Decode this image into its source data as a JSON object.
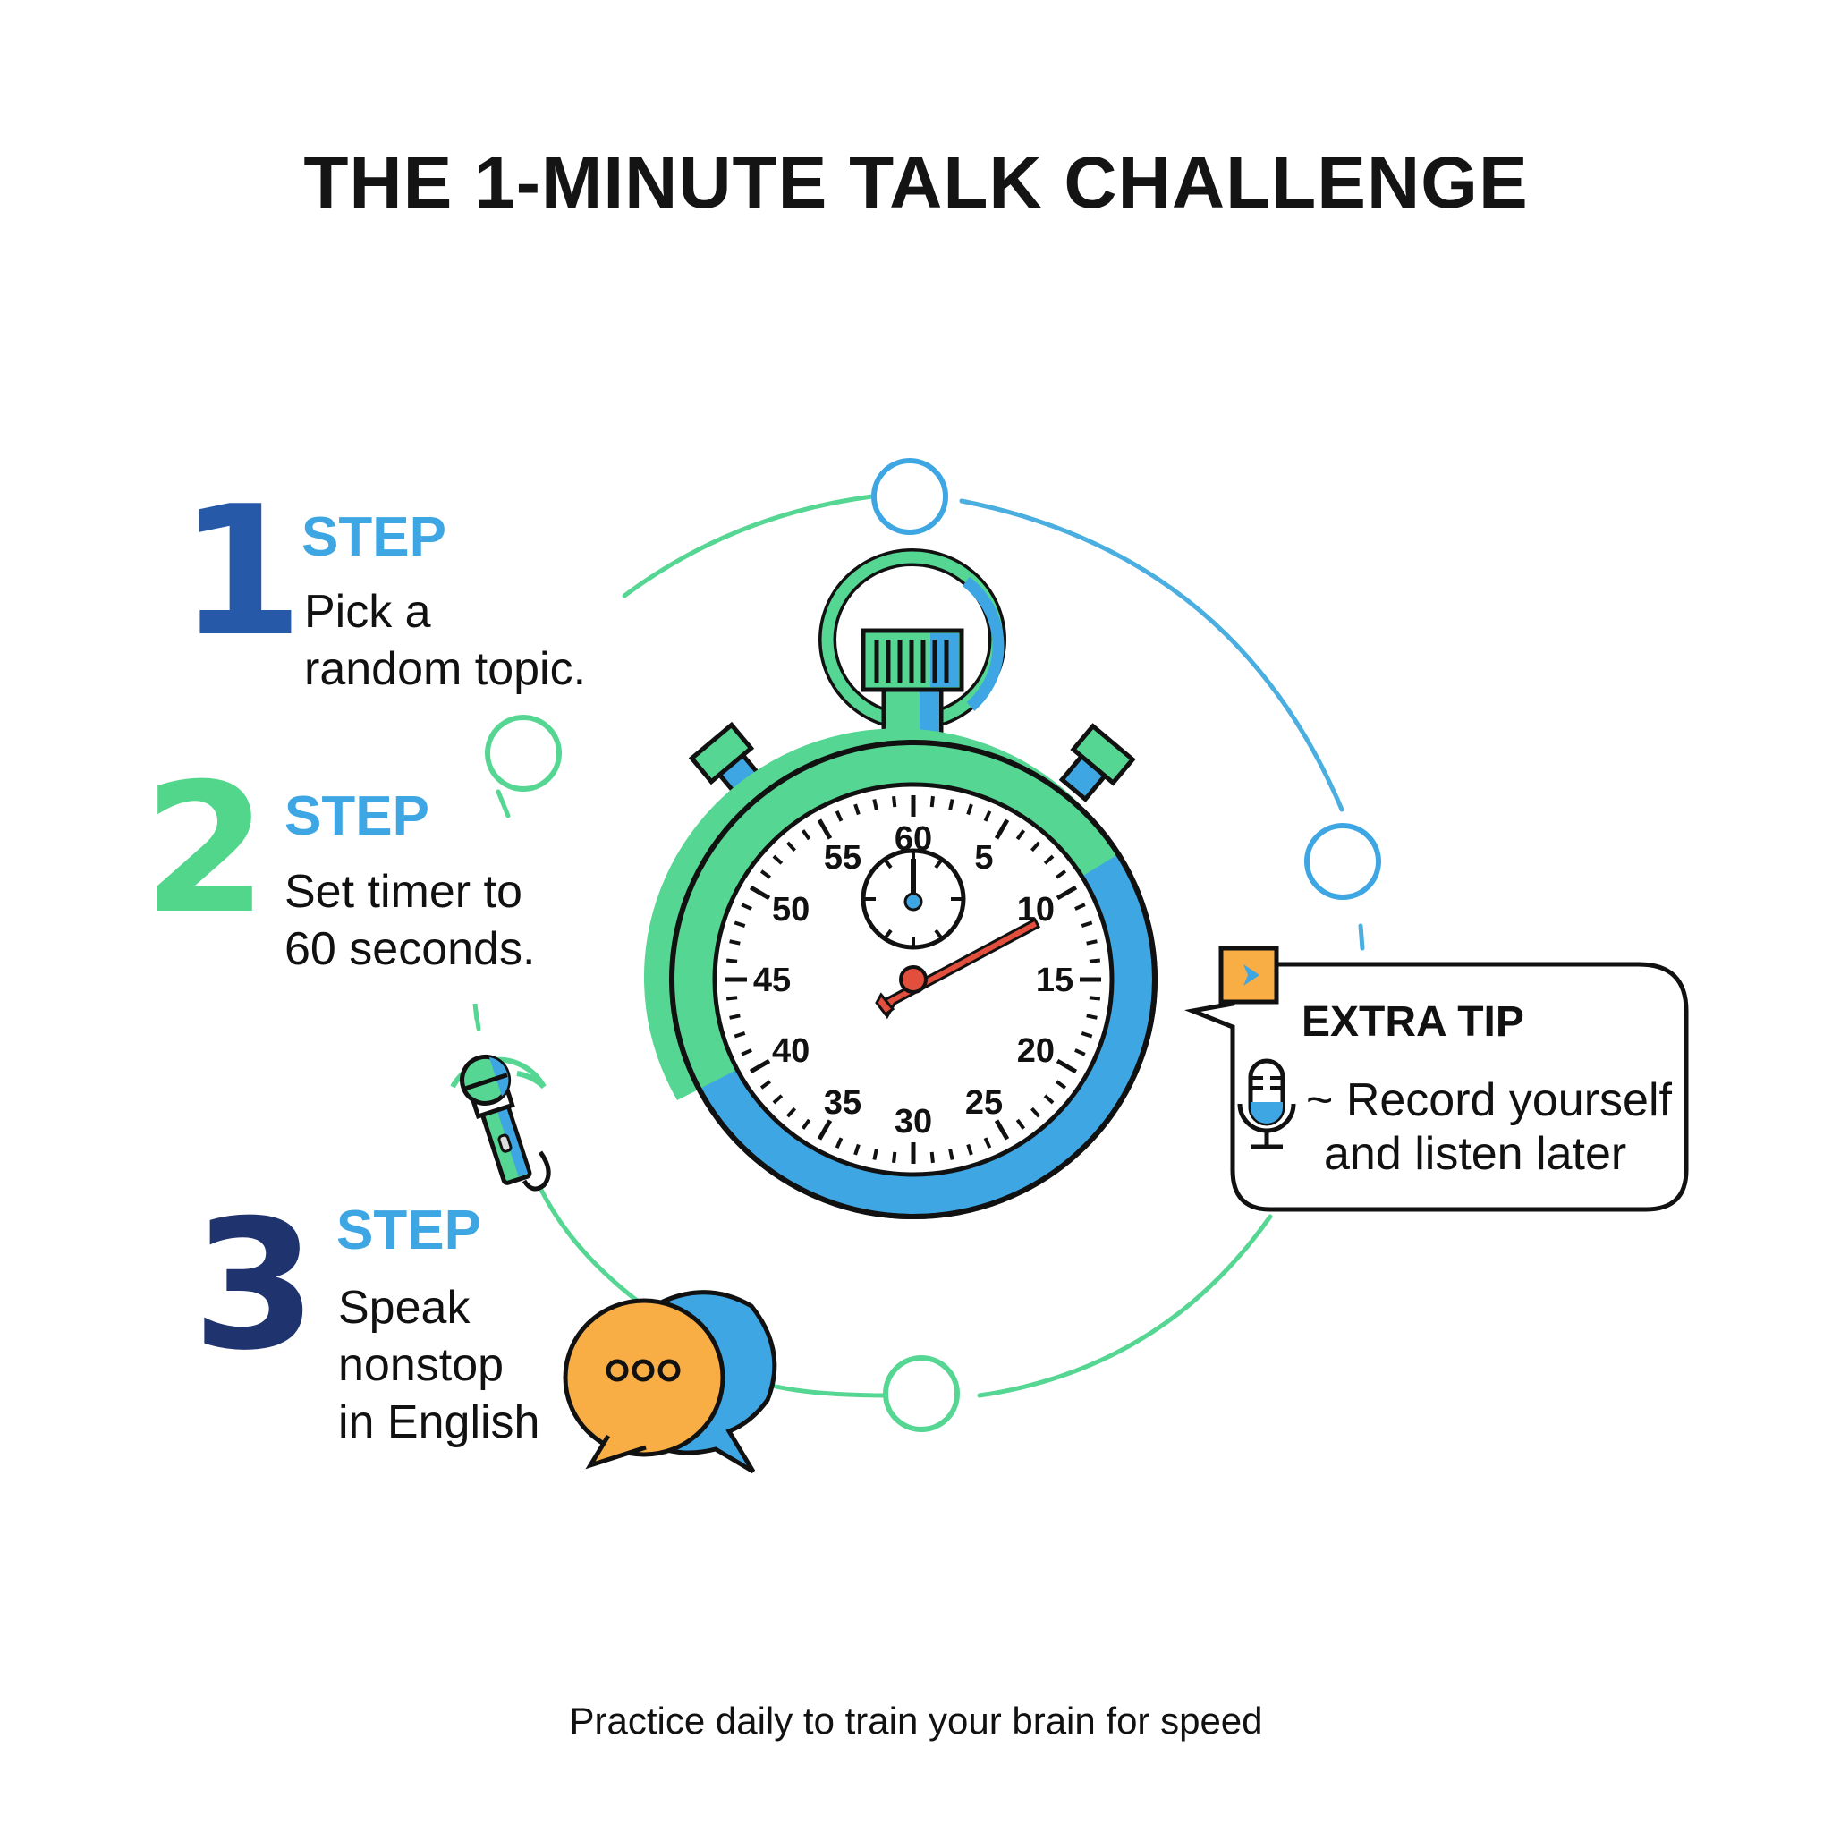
{
  "title": "THE 1-MINUTE TALK CHALLENGE",
  "steps": [
    {
      "number": "1",
      "label": "STEP",
      "lines": [
        "Pick a",
        "random topic."
      ],
      "number_color": "#2659a8"
    },
    {
      "number": "2",
      "label": "STEP",
      "lines": [
        "Set timer to",
        "60 seconds."
      ],
      "number_color": "#52d68b"
    },
    {
      "number": "3",
      "label": "STEP",
      "lines": [
        "Speak",
        "nonstop",
        "in English"
      ],
      "number_color": "#1f336e"
    }
  ],
  "stopwatch": {
    "dial_labels": [
      "60",
      "5",
      "10",
      "15",
      "20",
      "25",
      "30",
      "35",
      "40",
      "45",
      "50",
      "55"
    ],
    "hand_position_seconds": 10
  },
  "extra_tip": {
    "title": "EXTRA TIP",
    "lines": [
      "~ Record yourself",
      "and listen later"
    ],
    "icons": [
      "play-icon",
      "microphone-icon"
    ]
  },
  "footer": "Practice daily to train your brain for speed",
  "colors": {
    "green": "#55d692",
    "blue": "#3ea6e3",
    "orange": "#f9ae45",
    "red_hand": "#e24f3c",
    "dark_navy": "#1f336e"
  }
}
